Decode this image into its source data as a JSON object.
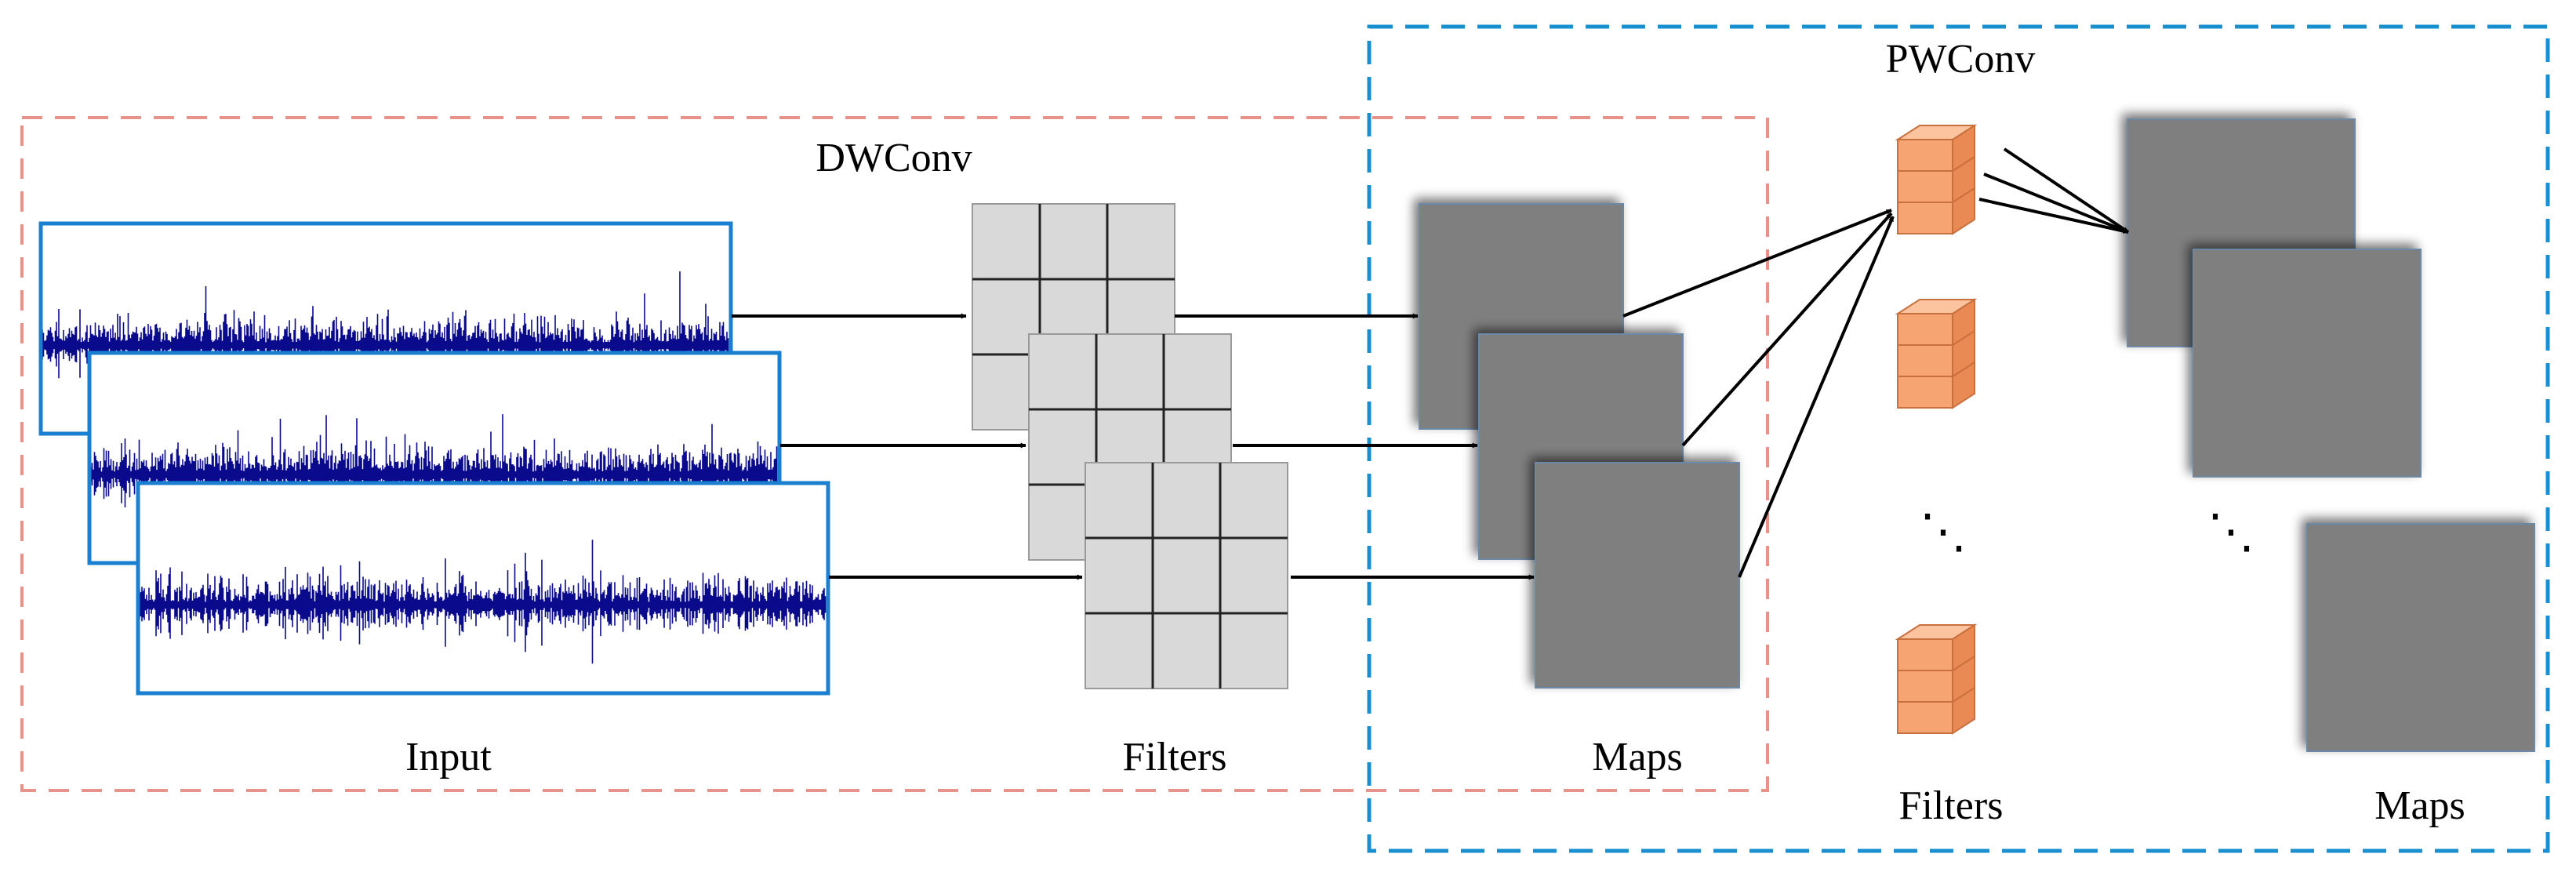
{
  "dwconv": {
    "title": "DWConv",
    "input_label": "Input",
    "filters_label": "Filters",
    "maps_label": "Maps"
  },
  "pwconv": {
    "title": "PWConv",
    "filters_label": "Filters",
    "maps_label": "Maps",
    "ellipsis": "⋱"
  },
  "colors": {
    "dwconv_border": "#e8938a",
    "pwconv_border": "#1a8fd0",
    "signal": "#0a0a8c",
    "signal_frame": "#1a7fd0",
    "filter_fill": "#d9d9d9",
    "map_fill": "#7f7f7f",
    "pw_filter_fill": "#f6a472"
  }
}
